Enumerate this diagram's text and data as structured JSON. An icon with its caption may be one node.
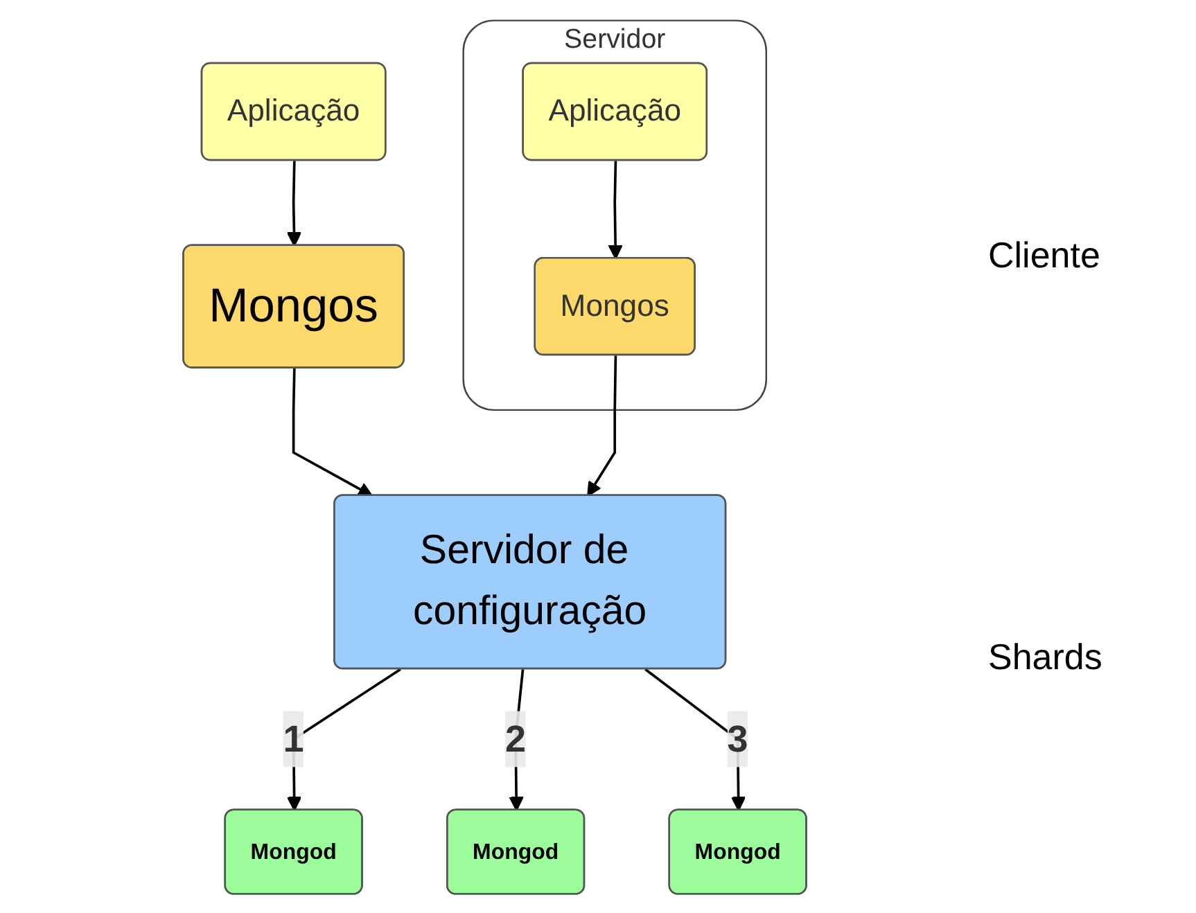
{
  "diagram": {
    "nodes": [
      {
        "text": [
          "Aplicação"
        ]
      },
      {
        "text": [
          "Mongos"
        ]
      },
      {
        "text": [
          "Servidor"
        ]
      },
      {
        "text": [
          "Aplicação"
        ],
        "in": 2
      },
      {
        "text": [
          "Mongos"
        ],
        "in": 2
      },
      {
        "text": [
          "Servidor de configuração"
        ]
      },
      {
        "text": [
          "Mongod"
        ]
      },
      {
        "text": [
          "Mongod"
        ]
      },
      {
        "text": [
          "Mongod"
        ]
      }
    ],
    "edges": [
      {
        "from": 0,
        "to": 1,
        "arrow": "to"
      },
      {
        "from": 3,
        "to": 4,
        "arrow": "to"
      },
      {
        "from": 1,
        "to": 5,
        "arrow": "to"
      },
      {
        "from": 4,
        "to": 5,
        "arrow": "to"
      },
      {
        "from": 5,
        "to": 6,
        "label": "1",
        "arrow": "to"
      },
      {
        "from": 5,
        "to": 7,
        "label": "2",
        "arrow": "to"
      },
      {
        "from": 5,
        "to": 8,
        "label": "3",
        "arrow": "to"
      }
    ],
    "labels": [
      "Cliente",
      "Shards"
    ]
  }
}
